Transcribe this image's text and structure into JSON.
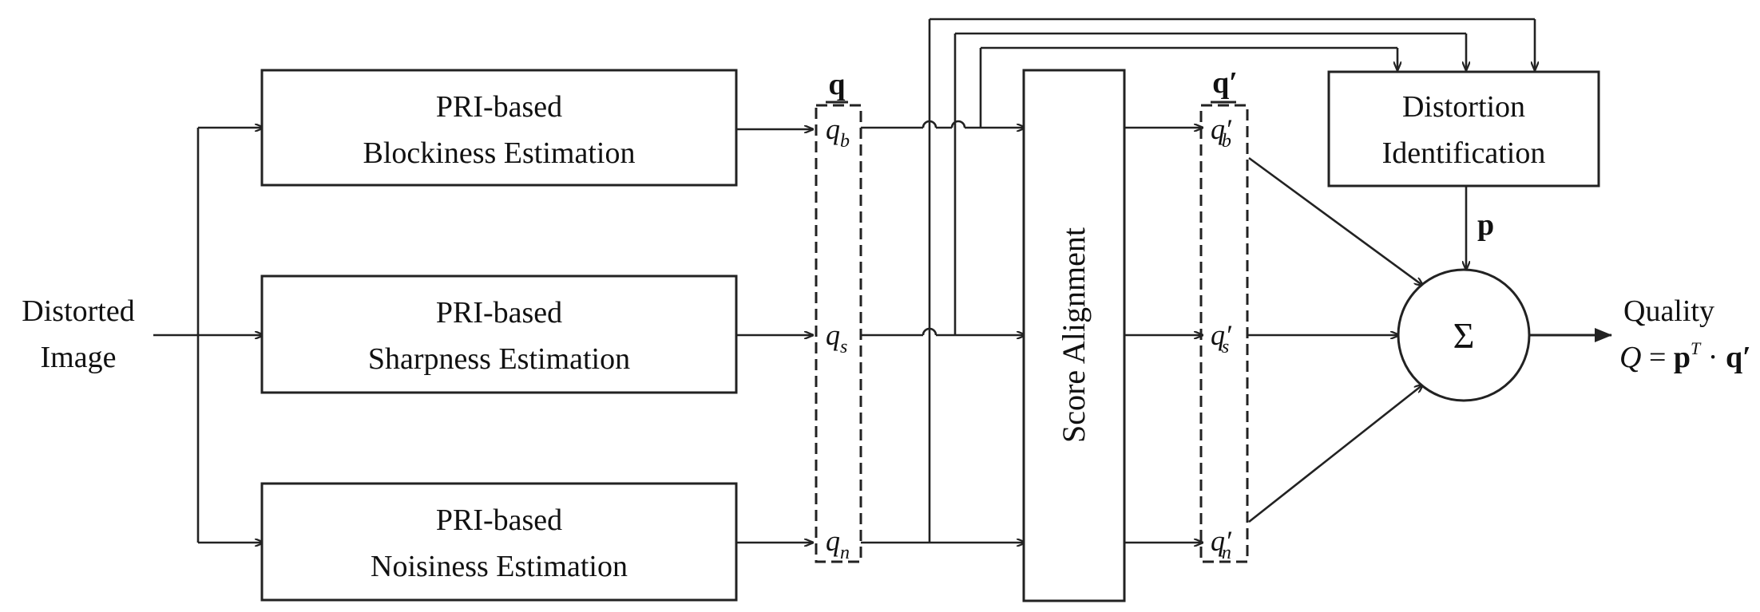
{
  "input": {
    "line1": "Distorted",
    "line2": "Image"
  },
  "estimators": [
    {
      "line1": "PRI-based",
      "line2": "Blockiness Estimation"
    },
    {
      "line1": "PRI-based",
      "line2": "Sharpness Estimation"
    },
    {
      "line1": "PRI-based",
      "line2": "Noisiness Estimation"
    }
  ],
  "q_vector": {
    "label": "q",
    "items": [
      {
        "base": "q",
        "sub": "b"
      },
      {
        "base": "q",
        "sub": "s"
      },
      {
        "base": "q",
        "sub": "n"
      }
    ]
  },
  "alignment": {
    "label": "Score Alignment"
  },
  "qp_vector": {
    "label": "q′",
    "items": [
      {
        "base": "q′",
        "sub": "b"
      },
      {
        "base": "q′",
        "sub": "s"
      },
      {
        "base": "q′",
        "sub": "n"
      }
    ]
  },
  "identification": {
    "line1": "Distortion",
    "line2": "Identification"
  },
  "p_label": "p",
  "sum_symbol": "Σ",
  "output": {
    "label": "Quality",
    "formula_q": "Q",
    "formula_eq": " = ",
    "formula_p": "p",
    "formula_sup": "T",
    "formula_dot": " · ",
    "formula_qp": "q′"
  }
}
